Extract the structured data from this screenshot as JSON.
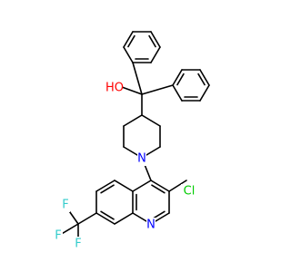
{
  "molecule": {
    "atom_labels": [
      {
        "id": "hydroxyl",
        "text": "HO",
        "color": "#ff0000"
      },
      {
        "id": "piperidine-nitrogen",
        "text": "N",
        "color": "#0000ff"
      },
      {
        "id": "chlorine",
        "text": "Cl",
        "color": "#00cc00"
      },
      {
        "id": "quinoline-nitrogen",
        "text": "N",
        "color": "#0000ff"
      },
      {
        "id": "fluorine-1",
        "text": "F",
        "color": "#33cccc"
      },
      {
        "id": "fluorine-2",
        "text": "F",
        "color": "#33cccc"
      },
      {
        "id": "fluorine-3",
        "text": "F",
        "color": "#33cccc"
      }
    ],
    "bond_color": "#000000"
  }
}
